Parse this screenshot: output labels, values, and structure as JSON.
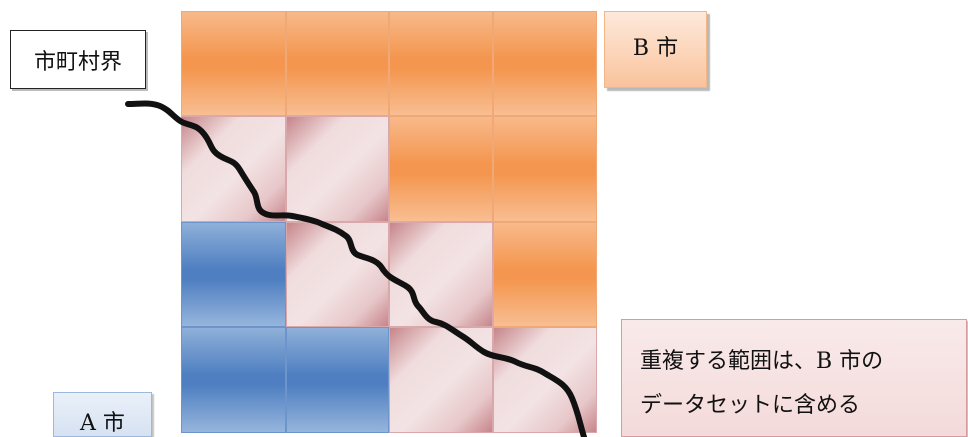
{
  "labels": {
    "boundary": "市町村界",
    "city_b": "B 市",
    "city_a": "A 市",
    "note_line1": "重複する範囲は、B 市の",
    "note_line2": "データセットに含める"
  },
  "grid": {
    "rows": [
      [
        "orange",
        "orange",
        "orange",
        "orange"
      ],
      [
        "pink",
        "pink",
        "orange",
        "orange"
      ],
      [
        "blue",
        "pink",
        "pink",
        "orange"
      ],
      [
        "blue",
        "blue",
        "pink",
        "pink"
      ]
    ]
  },
  "colors": {
    "city_b": "#f4964f",
    "city_a": "#4f7fc1",
    "overlap": "#e7c7c9",
    "boundary_line": "#111111"
  }
}
